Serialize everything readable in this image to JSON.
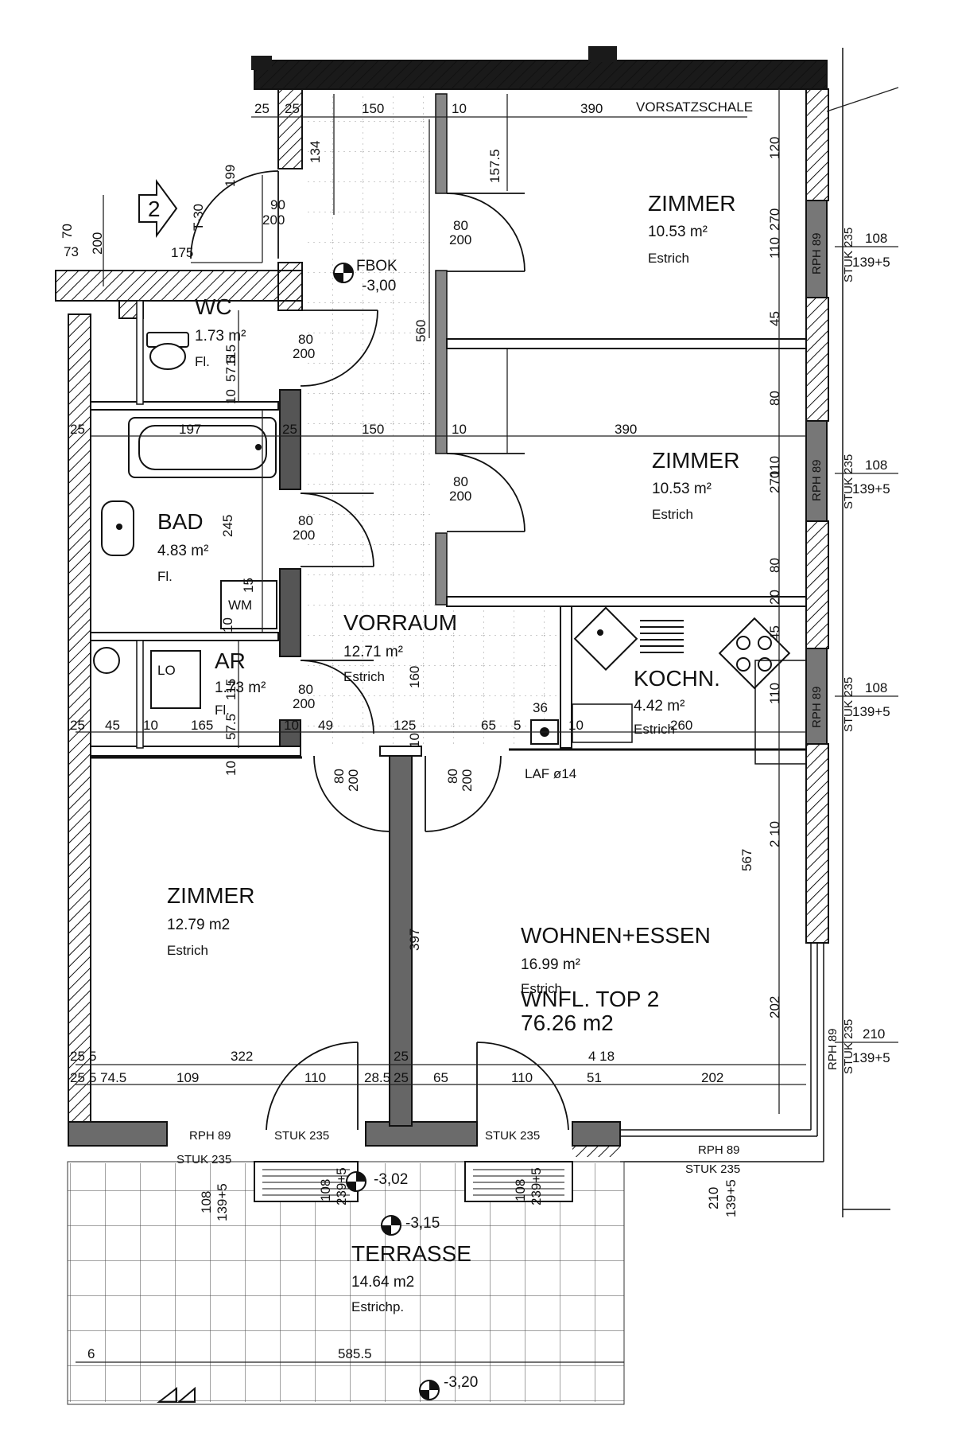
{
  "rooms": {
    "zimmer_top": {
      "name": "ZIMMER",
      "area": "10.53 m²",
      "floor": "Estrich"
    },
    "zimmer_mid": {
      "name": "ZIMMER",
      "area": "10.53 m²",
      "floor": "Estrich"
    },
    "wc": {
      "name": "WC",
      "area": "1.73 m²",
      "floor": "Fl."
    },
    "bad": {
      "name": "BAD",
      "area": "4.83 m²",
      "floor": "Fl."
    },
    "ar": {
      "name": "AR",
      "area": "1.73 m²",
      "floor": "Fl."
    },
    "vorraum": {
      "name": "VORRAUM",
      "area": "12.71 m²",
      "floor": "Estrich"
    },
    "kochn": {
      "name": "KOCHN.",
      "area": "4.42 m²",
      "floor": "Estrich"
    },
    "zimmer_low": {
      "name": "ZIMMER",
      "area": "12.79 m2",
      "floor": "Estrich"
    },
    "wohnen": {
      "name": "WOHNEN+ESSEN",
      "area": "16.99 m²",
      "floor": "Estrich"
    },
    "terrasse": {
      "name": "TERRASSE",
      "area": "14.64 m2",
      "floor": "Estrichp."
    }
  },
  "summary": {
    "label": "WNFL. TOP 2",
    "value": "76.26 m2"
  },
  "levels": {
    "fbok": "FBOK",
    "fbok_value": "-3,00",
    "l302": "-3,02",
    "l315": "-3,15",
    "l320": "-3,20"
  },
  "labels": {
    "vorsatzschale": "VORSATZSCHALE",
    "entry_number": "2",
    "laf": "LAF ø14",
    "lo": "LO",
    "wm": "WM",
    "stuk": "STUK 235",
    "rph": "RPH 89",
    "t30": "T-30",
    "dim_80": "80",
    "dim_200": "200",
    "dim_90": "90",
    "dim_108": "108",
    "dim_139": "139+5",
    "dim_210": "210",
    "dim_2395": "239+5"
  },
  "dims": {
    "top_25a": "25",
    "top_25b": "25",
    "top_150": "150",
    "top_10": "10",
    "top_390": "390",
    "h_134": "134",
    "h_1575": "157.5",
    "h_560": "560",
    "h_199": "199",
    "h_175": "175",
    "h_200": "200",
    "h_70": "70",
    "h_73": "73",
    "h_115": "115",
    "h_575": "57.5",
    "h_10": "10",
    "h_120": "120",
    "h_270": "270",
    "h_110": "110",
    "h_45": "45",
    "h_80": "80",
    "h_20": "20",
    "r2_25": "25",
    "r2_197": "197",
    "r2_25b": "25",
    "r2_150": "150",
    "r2_10": "10",
    "r2_390": "390",
    "bad_245": "245",
    "bad_15": "15",
    "bad_10": "10",
    "v_160": "160",
    "r3_25": "25",
    "r3_45": "45",
    "r3_10": "10",
    "r3_165": "165",
    "r3_10b": "10",
    "r3_49": "49",
    "r3_125": "125",
    "r3_10c": "10",
    "r3_65": "65",
    "r3_5": "5",
    "r3_36": "36",
    "r3_10d": "10",
    "r3_260": "260",
    "v_397": "397",
    "v_567": "567",
    "v_210": "2 10",
    "v_202": "202",
    "b1_25": "25",
    "b1_5": "5",
    "b1_322": "322",
    "b1_25b": "25",
    "b1_418": "4 18",
    "b2_25": "25",
    "b2_745": "5 74.5",
    "b2_109": "109",
    "b2_110": "110",
    "b2_285": "28.5",
    "b2_65": "65",
    "b2_110b": "110",
    "b2_51": "51",
    "b2_202": "202",
    "t_6": "6",
    "t_5855": "585.5",
    "t_108": "108",
    "t_139": "139+5"
  }
}
